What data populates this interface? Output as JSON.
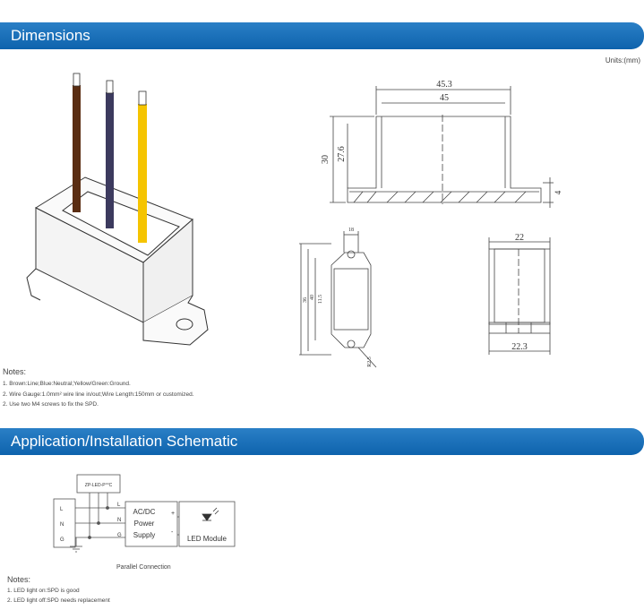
{
  "sections": {
    "dimensions": "Dimensions",
    "application": "Application/Installation Schematic"
  },
  "units": "Units:(mm)",
  "dimension_labels": {
    "top_outer_width": "45.3",
    "top_inner_width": "45",
    "height_total": "30",
    "height_inner": "27.6",
    "flange_thickness": "4",
    "end_width_top": "22",
    "end_width_bottom": "22.3",
    "side_small_1": "18",
    "side_small_2": "36",
    "side_small_3": "40",
    "side_small_4": "11.5",
    "side_small_5": "R2.5"
  },
  "notes_1": {
    "title": "Notes:",
    "items": [
      "1. Brown:Line;Blue:Neutral;Yellow/Green:Ground.",
      "2. Wire Gauge:1.0mm² wire line in/out;Wire Length:150mm or customized.",
      "2. Use two M4 screws to fix the SPD."
    ]
  },
  "schematic": {
    "spd_label": "ZP-LED-P°°C",
    "left_terminals": [
      "L",
      "N",
      "G"
    ],
    "psu_terminals": [
      "L",
      "N",
      "G"
    ],
    "psu_label_lines": [
      "AC/DC",
      "Power",
      "Supply"
    ],
    "output_plus": "+",
    "output_minus": "-",
    "led_label": "LED Module",
    "caption": "Parallel Connection"
  },
  "notes_2": {
    "title": "Notes:",
    "items": [
      "1. LED light on:SPD is good",
      "2. LED light off:SPD needs replacement"
    ]
  },
  "colors": {
    "banner": "#0e63ad",
    "wire_brown": "#5a2d12",
    "wire_blue": "#3c3a5e",
    "wire_yellow": "#f5c400"
  }
}
